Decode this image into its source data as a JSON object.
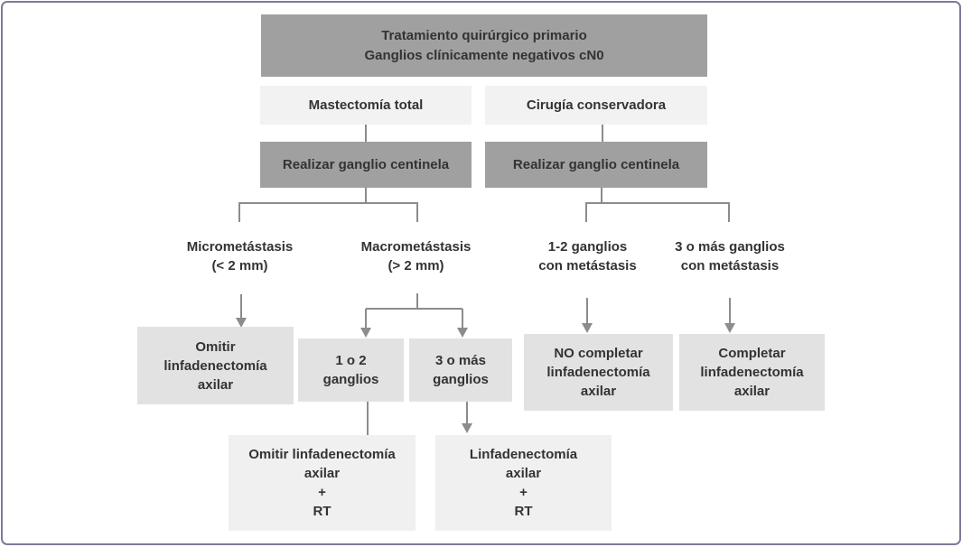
{
  "figure": {
    "title": "Tratamiento quirúrgico primario\nGanglios clínicamente negativos cN0",
    "branch_left": {
      "surgery": "Mastectomía total",
      "sentinel": "Realizar ganglio centinela",
      "micro_label": "Micrometástasis\n(< 2 mm)",
      "macro_label": "Macrometástasis\n(> 2 mm)",
      "micro_outcome": "Omitir\nlinfadenectomía\naxilar",
      "macro_1or2_box": "1 o 2\nganglios",
      "macro_3plus_box": "3 o más\nganglios",
      "outcome_1or2": "Omitir linfadenectomía\naxilar\n+\nRT",
      "outcome_3plus": "Linfadenectomía\naxilar\n+\nRT"
    },
    "branch_right": {
      "surgery": "Cirugía conservadora",
      "sentinel": "Realizar ganglio centinela",
      "nodes_1_2_label": "1-2 ganglios\ncon metástasis",
      "nodes_3plus_label": "3 o más ganglios\ncon metástasis",
      "outcome_1_2": "NO completar\nlinfadenectomía\naxilar",
      "outcome_3plus": "Completar\nlinfadenectomía\naxilar"
    },
    "colors": {
      "dark_box": "#a0a0a0",
      "light_box": "#f2f2f2",
      "result_box": "#e2e2e2",
      "final_box": "#f0f0f0",
      "text": "#333333",
      "connector": "#8c8c8c",
      "frame_border": "#7d7a9c"
    }
  }
}
